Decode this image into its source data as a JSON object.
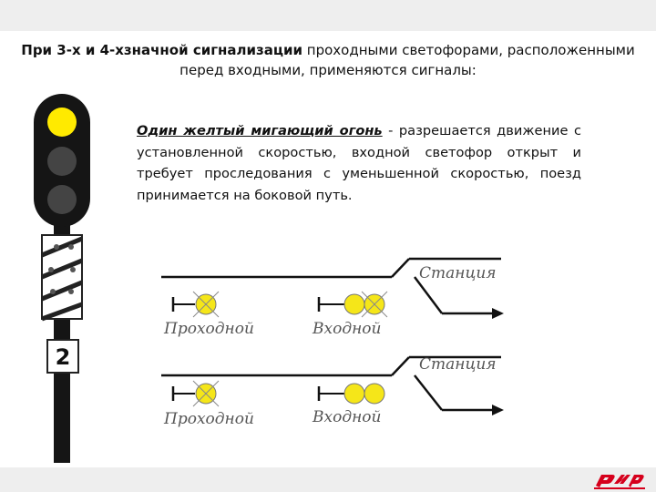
{
  "title": {
    "bold": "При 3-х и 4-хзначной сигнализации",
    "rest": " проходными светофорами, расположенными перед входными, применяются сигналы:"
  },
  "description": {
    "emphasis": "Один желтый мигающий огонь",
    "text": "  - разрешается движение с установленной скоростью, входной светофор открыт и требует проследования с уменьшенной скоростью, поезд принимается  на боковой путь."
  },
  "signal": {
    "plate_number": "2",
    "lamps": [
      "yellow",
      "dark",
      "dark"
    ]
  },
  "scheme": {
    "upper": {
      "station_label": "Станция",
      "block_label": "Проходной",
      "entry_label": "Входной"
    },
    "lower": {
      "station_label": "Станция",
      "block_label": "Проходной",
      "entry_label": "Входной"
    }
  },
  "colors": {
    "signal_body": "#151515",
    "lamp_yellow": "#ffea00",
    "lamp_dark": "#444444",
    "scheme_lamp": "#f5e619",
    "logo_red": "#d6001c"
  },
  "logo": {
    "icon": "rzd-logo-icon"
  }
}
